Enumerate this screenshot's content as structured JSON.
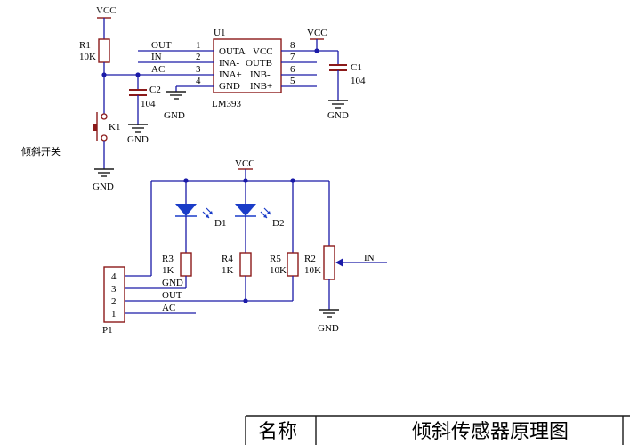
{
  "colors": {
    "wire": "#1a1aa8",
    "part": "#8b1a1a",
    "text": "#1a1a1a",
    "diode": "#1a3cc8",
    "junction": "#1a1aa8",
    "background": "#ffffff"
  },
  "labels": {
    "vcc_r1": "VCC",
    "vcc_u1": "VCC",
    "vcc_bottom": "VCC",
    "r1_name": "R1",
    "r1_value": "10K",
    "u1_name": "U1",
    "u1_part": "LM393",
    "net_out": "OUT",
    "net_in": "IN",
    "net_ac": "AC",
    "pin1": "1",
    "pin2": "2",
    "pin3": "3",
    "pin4": "4",
    "pin5": "5",
    "pin6": "6",
    "pin7": "7",
    "pin8": "8",
    "u1_outa": "OUTA",
    "u1_vcc": "VCC",
    "u1_ina_minus": "INA-",
    "u1_outb": "OUTB",
    "u1_ina_plus": "INA+",
    "u1_inb_minus": "INB-",
    "u1_gnd": "GND",
    "u1_inb_plus": "INB+",
    "c1_name": "C1",
    "c1_value": "104",
    "c2_name": "C2",
    "c2_value": "104",
    "gnd": "GND",
    "k1_name": "K1",
    "tilt_switch": "倾斜开关",
    "d1_name": "D1",
    "d2_name": "D2",
    "r3_name": "R3",
    "r3_value": "1K",
    "r4_name": "R4",
    "r4_value": "1K",
    "r5_name": "R5",
    "r5_value": "10K",
    "r2_name": "R2",
    "r2_value": "10K",
    "r2_in": "IN",
    "p1_name": "P1",
    "p1_pin4": "4",
    "p1_pin3": "3",
    "p1_pin2": "2",
    "p1_pin1": "1",
    "p1_gnd": "GND",
    "p1_out": "OUT",
    "p1_ac": "AC"
  },
  "title_block": {
    "name_label": "名称",
    "name_value": "倾斜传感器原理图"
  }
}
